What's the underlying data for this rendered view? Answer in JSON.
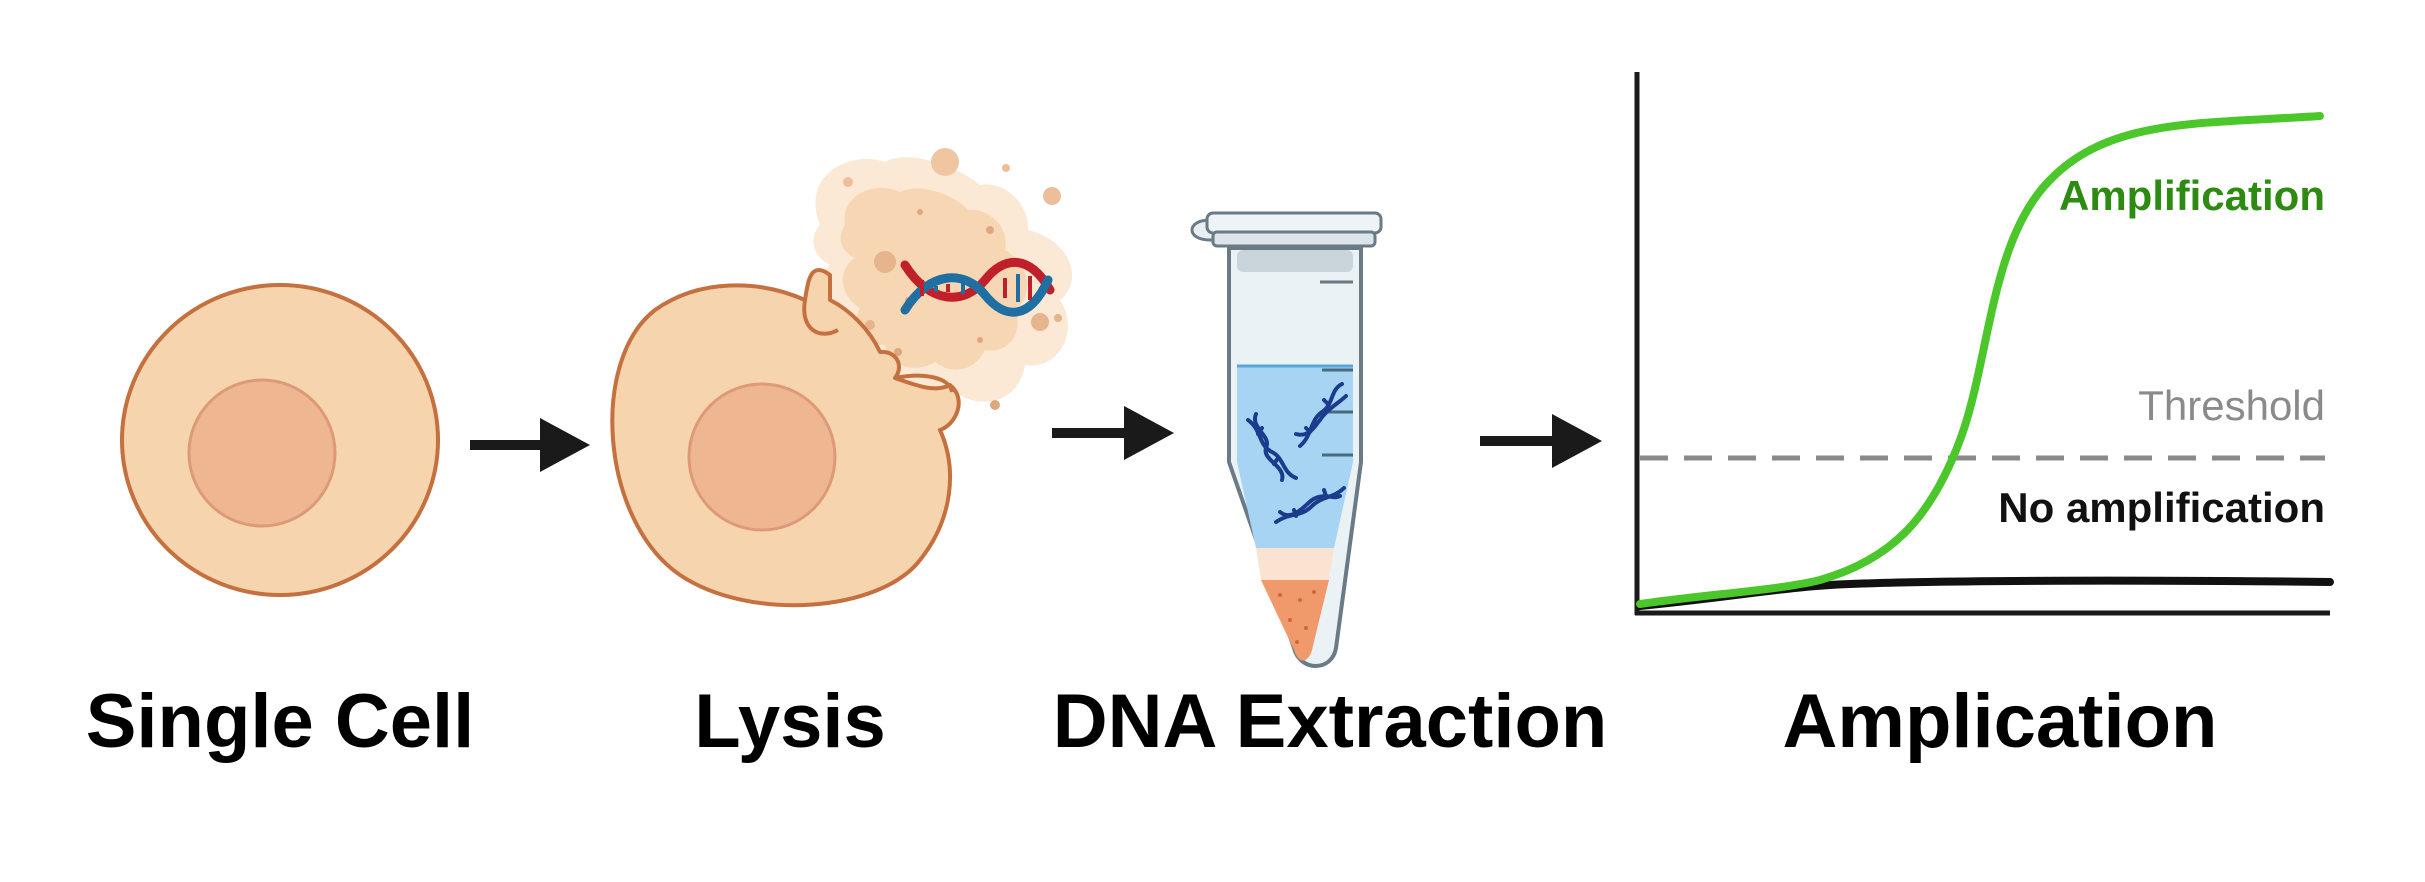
{
  "steps": [
    {
      "label": "Single Cell"
    },
    {
      "label": "Lysis"
    },
    {
      "label": "DNA Extraction"
    },
    {
      "label": "Amplication"
    }
  ],
  "graph": {
    "curves": [
      {
        "label": "Amplification",
        "color": "#4cc72b",
        "label_color": "#2e8b12"
      },
      {
        "label": "No amplification",
        "color": "#111111",
        "label_color": "#111111"
      }
    ],
    "threshold": {
      "label": "Threshold",
      "color": "#8a8a8a"
    }
  },
  "colors": {
    "cell_fill": "#f6d4ad",
    "cell_outline": "#c4713f",
    "nucleus_fill": "#efb692",
    "arrow": "#1a1a1a",
    "tube_liquid": "#a7d4f3",
    "pellet": "#f09a6b",
    "dna_red": "#c0202a",
    "dna_blue": "#1f6fa3",
    "dna_navy": "#1b3c8c"
  },
  "icons": [
    "cell-icon",
    "lysed-cell-icon",
    "dna-helix-icon",
    "microcentrifuge-tube-icon",
    "arrow-right-icon",
    "amplification-graph-icon"
  ]
}
